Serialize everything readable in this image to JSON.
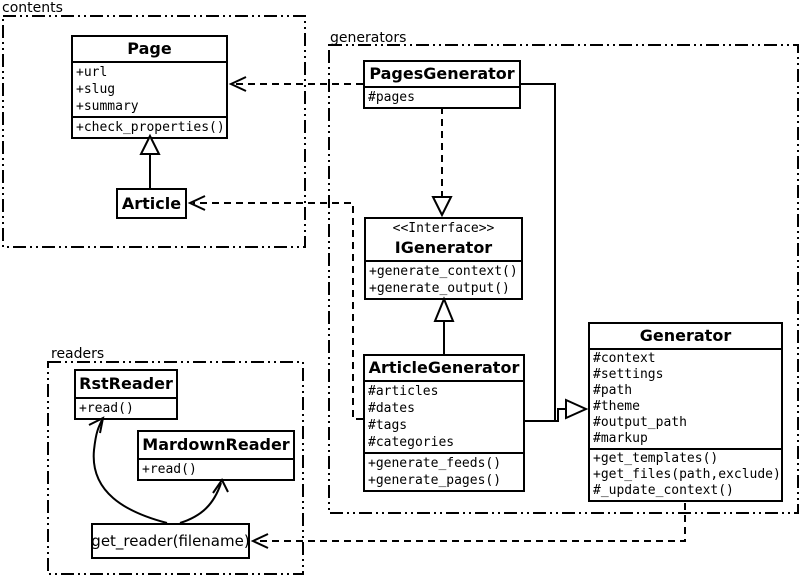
{
  "diagram": {
    "packages": [
      {
        "id": "contents",
        "label": "contents"
      },
      {
        "id": "generators",
        "label": "generators"
      },
      {
        "id": "readers",
        "label": "readers"
      }
    ],
    "classes": {
      "page": {
        "name": "Page",
        "attributes": [
          "+url",
          "+slug",
          "+summary"
        ],
        "methods": [
          "+check_properties()"
        ]
      },
      "article": {
        "name": "Article"
      },
      "pagesGenerator": {
        "name": "PagesGenerator",
        "attributes": [
          "#pages"
        ]
      },
      "iGenerator": {
        "stereotype": "<<Interface>>",
        "name": "IGenerator",
        "methods": [
          "+generate_context()",
          "+generate_output()"
        ]
      },
      "articleGenerator": {
        "name": "ArticleGenerator",
        "attributes": [
          "#articles",
          "#dates",
          "#tags",
          "#categories"
        ],
        "methods": [
          "+generate_feeds()",
          "+generate_pages()"
        ]
      },
      "generator": {
        "name": "Generator",
        "attributes": [
          "#context",
          "#settings",
          "#path",
          "#theme",
          "#output_path",
          "#markup"
        ],
        "methods": [
          "+get_templates()",
          "+get_files(path,exclude)",
          "#_update_context()"
        ]
      },
      "rstReader": {
        "name": "RstReader",
        "methods": [
          "+read()"
        ]
      },
      "mardownReader": {
        "name": "MardownReader",
        "methods": [
          "+read()"
        ]
      }
    },
    "nodes": {
      "getReader": {
        "label": "get_reader(filename)"
      }
    },
    "colors": {
      "line": "#000000",
      "background": "#ffffff",
      "box_fill": "#ffffff"
    }
  }
}
